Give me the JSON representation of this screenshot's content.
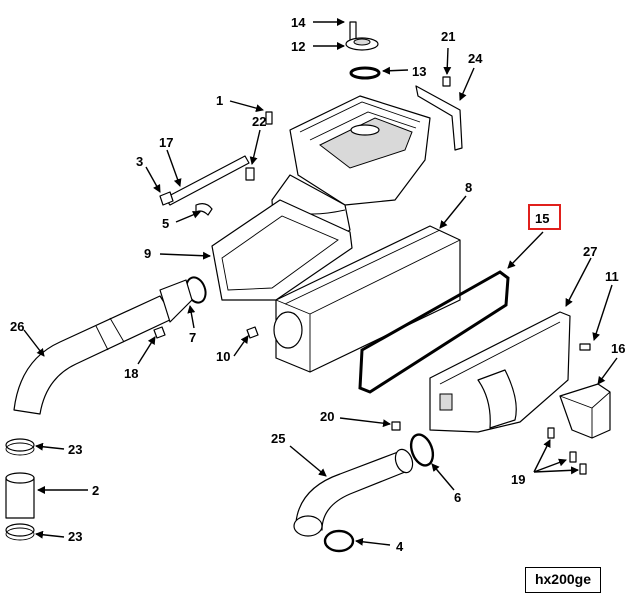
{
  "labels": {
    "p1": "1",
    "p2": "2",
    "p3": "3",
    "p4": "4",
    "p5": "5",
    "p6": "6",
    "p7": "7",
    "p8": "8",
    "p9": "9",
    "p10": "10",
    "p11": "11",
    "p12": "12",
    "p13": "13",
    "p14": "14",
    "p15": "15",
    "p16": "16",
    "p17": "17",
    "p18": "18",
    "p19": "19",
    "p20": "20",
    "p21": "21",
    "p22": "22",
    "p23a": "23",
    "p23b": "23",
    "p24": "24",
    "p25": "25",
    "p26": "26",
    "p27": "27"
  },
  "highlight": {
    "part": "15",
    "color": "#e0201c"
  },
  "drawing_code": "hx200ge"
}
